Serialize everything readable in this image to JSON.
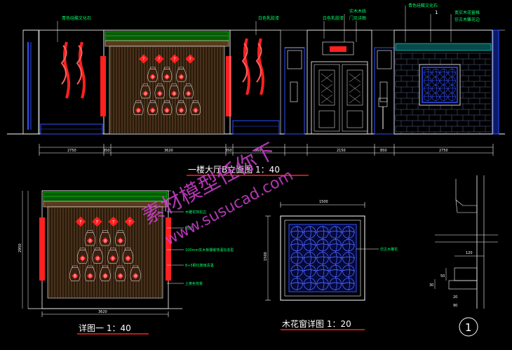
{
  "colors": {
    "background": "#000000",
    "line_white": "#ffffff",
    "line_cyan": "#00ffff",
    "line_green": "#00ff00",
    "line_red": "#ff2020",
    "line_blue": "#3050ff",
    "text_yellow": "#ffff00",
    "text_green": "#00ff66",
    "watermark": "#d040d0"
  },
  "titles": {
    "elevation": "一楼大厅B立面图 1：40",
    "detail_one": "详图一 1：40",
    "window_detail": "木花窗详图 1：20",
    "section_number": "1"
  },
  "watermark": {
    "line1": "素材模型任你下",
    "line2": "www.susucad.com"
  },
  "elevation_callouts": {
    "c1": "青色硅酸文化石",
    "c2": "白色乳胶漆",
    "c3": "白色乳胶漆",
    "c4": "实木木线",
    "c5": "门见详图",
    "c6": "青色硅酸文化石",
    "c7": "1",
    "c8": "宽实木花窗格",
    "c9": "仿古木雕花边"
  },
  "elevation_dims": [
    "2750",
    "350",
    "3620",
    "350",
    "860",
    "2150",
    "850",
    "2750"
  ],
  "detail_callouts": {
    "d1": "木雕花饰花边",
    "d2": "局部",
    "d3": "100mm实木板镶嵌饰酒坛造型",
    "d4": "8+5钢化玻璃清酒",
    "d5": "土黄色背景"
  },
  "detail_dims": {
    "width": "3620",
    "height": "2950"
  },
  "window_dims": {
    "width": "1500",
    "height": "1500"
  },
  "window_callout": "仿古木雕花",
  "section_dims": [
    "120",
    "50",
    "30",
    "20",
    "90"
  ],
  "jar_labels": {
    "diamond_char": "?",
    "jar_char": "酒"
  }
}
